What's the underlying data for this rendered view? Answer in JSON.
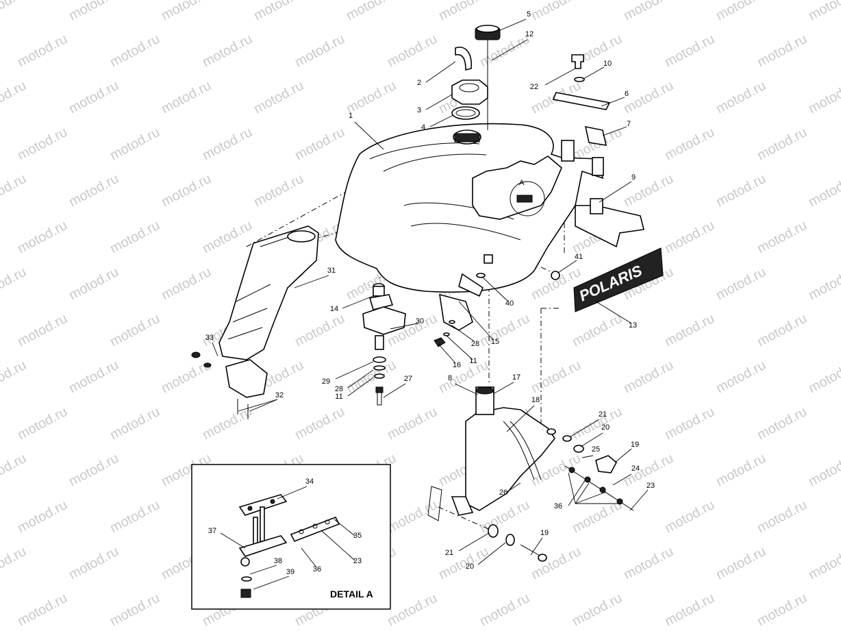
{
  "watermark": "motod.ru",
  "detail_title": "DETAIL A",
  "detail_marker": "A",
  "brand_logo": "POLARIS",
  "callouts": [
    "1",
    "2",
    "3",
    "4",
    "5",
    "12",
    "22",
    "10",
    "6",
    "7",
    "9",
    "41",
    "13",
    "31",
    "14",
    "30",
    "40",
    "15",
    "28",
    "11",
    "16",
    "29",
    "28",
    "11",
    "27",
    "33",
    "32",
    "8",
    "17",
    "18",
    "21",
    "20",
    "25",
    "19",
    "24",
    "23",
    "36",
    "26",
    "21",
    "20",
    "19",
    "34",
    "37",
    "35",
    "23",
    "36",
    "38",
    "39"
  ]
}
